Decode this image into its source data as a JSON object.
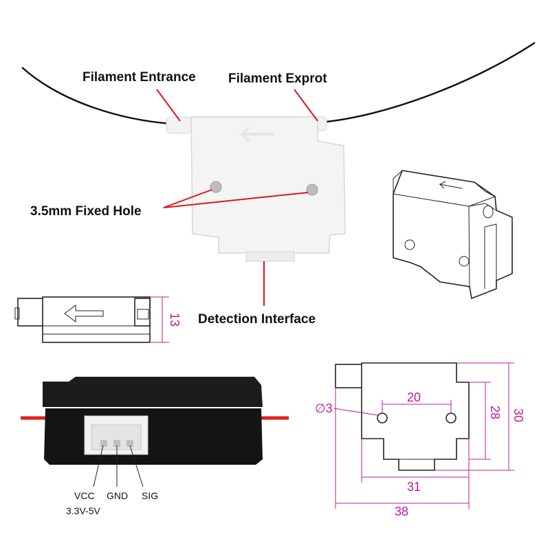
{
  "labels": {
    "filament_entrance": "Filament Entrance",
    "filament_exprot": "Filament Exprot",
    "fixed_hole": "3.5mm Fixed Hole",
    "detection_interface": "Detection Interface"
  },
  "pins": {
    "vcc": "VCC",
    "vcc_range": "3.3V-5V",
    "gnd": "GND",
    "sig": "SIG"
  },
  "dimensions": {
    "side_height": "13",
    "hole_diameter": "∅3",
    "hole_spacing": "20",
    "body_height": "28",
    "total_height": "30",
    "body_width": "31",
    "total_width": "38"
  },
  "colors": {
    "dimension": "#c0189c",
    "callout": "#e0141c"
  }
}
